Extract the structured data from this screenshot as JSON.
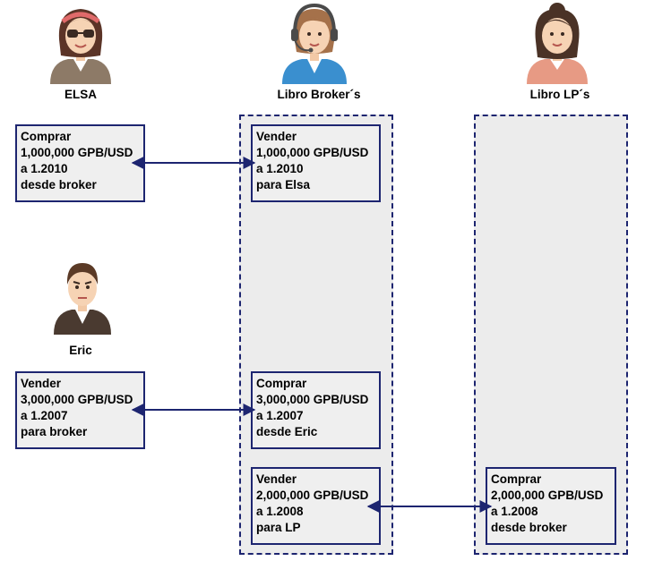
{
  "actors": {
    "elsa": {
      "label": "ELSA",
      "icon": "woman-glasses-avatar-icon"
    },
    "broker": {
      "label": "Libro Broker´s",
      "icon": "call-center-agent-avatar-icon"
    },
    "lp": {
      "label": "Libro LP´s",
      "icon": "woman-avatar-icon"
    },
    "eric": {
      "label": "Eric",
      "icon": "man-avatar-icon"
    }
  },
  "boxes": {
    "elsa_order": [
      "Comprar",
      "1,000,000 GPB/USD",
      "a 1.2010",
      "desde broker"
    ],
    "broker_elsa": [
      "Vender",
      "1,000,000 GPB/USD",
      "a 1.2010",
      "para Elsa"
    ],
    "eric_order": [
      "Vender",
      "3,000,000 GPB/USD",
      "a 1.2007",
      "para broker"
    ],
    "broker_eric": [
      "Comprar",
      "3,000,000 GPB/USD",
      "a 1.2007",
      "desde Eric"
    ],
    "broker_lp": [
      "Vender",
      "2,000,000 GPB/USD",
      "a 1.2008",
      "para LP"
    ],
    "lp_order": [
      "Comprar",
      "2,000,000 GPB/USD",
      "a 1.2008",
      "desde broker"
    ]
  },
  "colors": {
    "border": "#1d2570",
    "lane_fill": "#ececec",
    "box_fill": "#efefef"
  }
}
